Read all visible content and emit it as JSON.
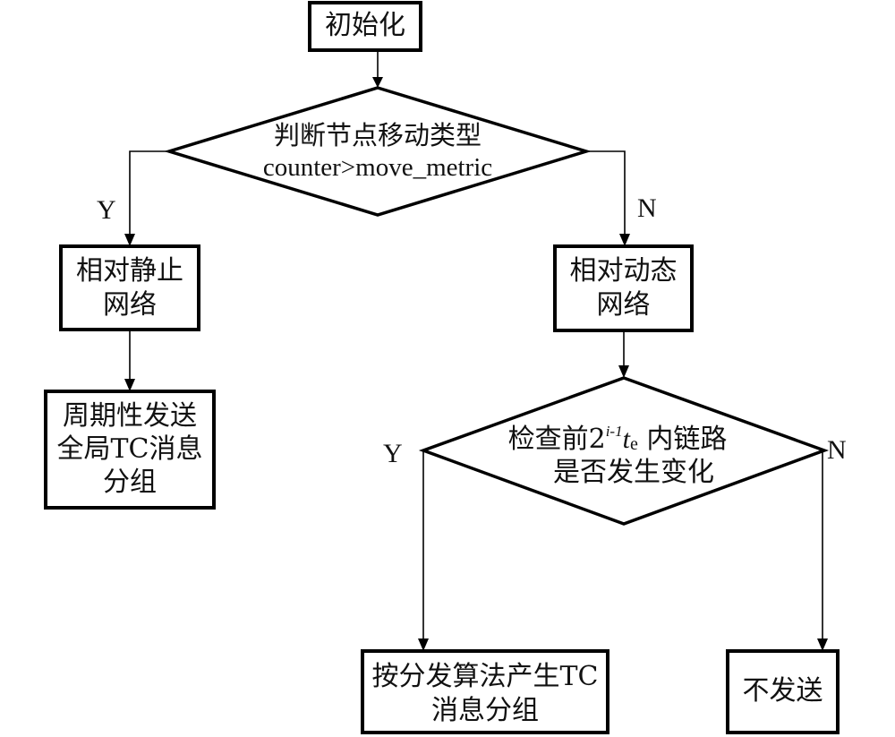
{
  "diagram": {
    "type": "flowchart",
    "nodes": {
      "init": {
        "shape": "process",
        "lines": [
          "初始化"
        ]
      },
      "judge_move": {
        "shape": "decision",
        "lines": [
          "判断节点移动类型",
          "counter>move_metric"
        ]
      },
      "static_net": {
        "shape": "process",
        "lines": [
          "相对静止",
          "网络"
        ]
      },
      "periodic_send": {
        "shape": "process",
        "lines": [
          "周期性发送",
          "全局TC消息",
          "分组"
        ]
      },
      "dynamic_net": {
        "shape": "process",
        "lines": [
          "相对动态",
          "网络"
        ]
      },
      "check_link": {
        "shape": "decision",
        "line1_prefix": "检查前2",
        "line1_exponent": "i-1",
        "line1_var": "t",
        "line1_var_sub": "e",
        "line1_suffix": " 内链路",
        "line2": "是否发生变化"
      },
      "split_send": {
        "shape": "process",
        "lines": [
          "按分发算法产生TC",
          "消息分组"
        ]
      },
      "no_send": {
        "shape": "process",
        "lines": [
          "不发送"
        ]
      }
    },
    "edges": [
      {
        "from": "init",
        "to": "judge_move",
        "label": ""
      },
      {
        "from": "judge_move",
        "to": "static_net",
        "label": "Y"
      },
      {
        "from": "judge_move",
        "to": "dynamic_net",
        "label": "N"
      },
      {
        "from": "static_net",
        "to": "periodic_send",
        "label": ""
      },
      {
        "from": "dynamic_net",
        "to": "check_link",
        "label": ""
      },
      {
        "from": "check_link",
        "to": "split_send",
        "label": "Y"
      },
      {
        "from": "check_link",
        "to": "no_send",
        "label": "N"
      }
    ],
    "edge_labels": {
      "judge_yes": "Y",
      "judge_no": "N",
      "check_yes": "Y",
      "check_no": "N"
    },
    "colors": {
      "stroke": "#000000",
      "background": "#ffffff",
      "text": "#111111"
    }
  }
}
